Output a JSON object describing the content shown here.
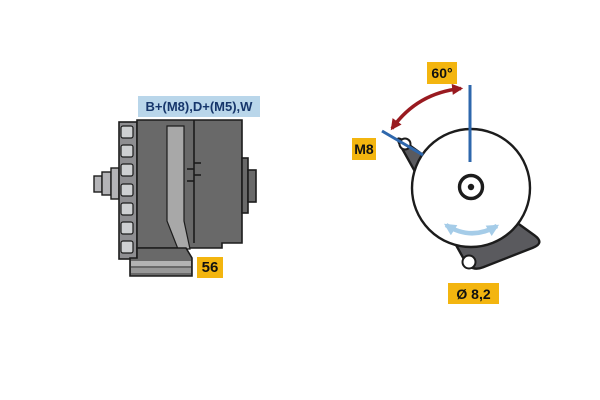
{
  "labels": {
    "terminals": "B+(M8),D+(M5),W",
    "connector": "56",
    "angle": "60°",
    "thread": "M8",
    "hole_diameter": "Ø 8,2"
  },
  "colors": {
    "label_yellow": "#f3b50f",
    "terminal_label_bg": "#b9d6ea",
    "terminal_label_text": "#16366b",
    "dimension_blue": "#2e67ac",
    "angle_arrow_red": "#991a20",
    "rotation_arrow_blue": "#a5cce8",
    "body_dark": "#696969",
    "body_light": "#a8a8a8",
    "pulley_base": "#8e8e91",
    "pulley_light": "#ced0d2",
    "shaft_gray": "#b4b4b7",
    "flange_dark": "#5a5a5e",
    "foot_band_light": "#b3b3b3",
    "foot_band_mid": "#989898",
    "outline": "#1c1c1c"
  }
}
